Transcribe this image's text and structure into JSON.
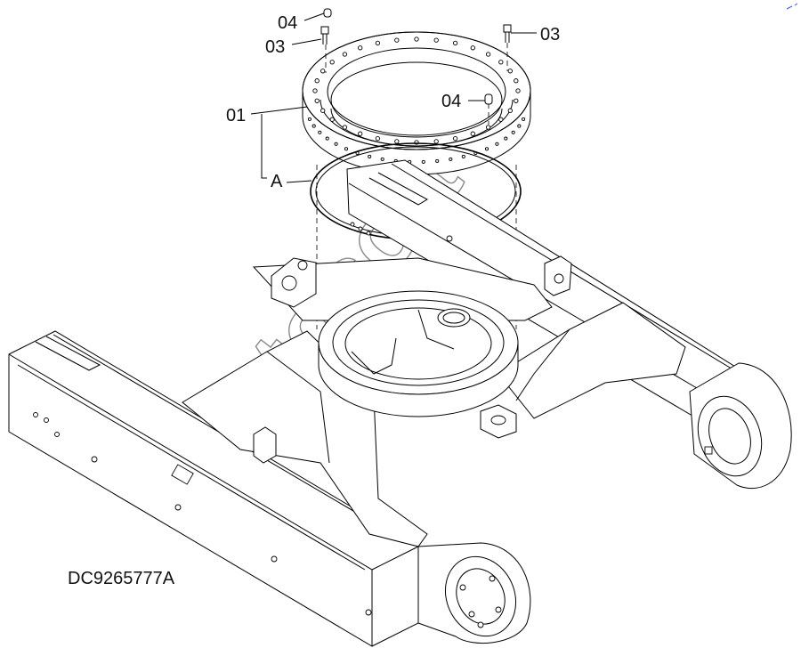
{
  "diagram": {
    "drawing_code": "DC9265777A",
    "callouts": [
      {
        "id": "c-04-top",
        "text": "04"
      },
      {
        "id": "c-03-left",
        "text": "03"
      },
      {
        "id": "c-03-right",
        "text": "03"
      },
      {
        "id": "c-04-ring",
        "text": "04"
      },
      {
        "id": "c-01",
        "text": "01"
      },
      {
        "id": "c-a",
        "text": "A"
      }
    ],
    "watermark": "Autosoft"
  },
  "colors": {
    "line": "#000000",
    "watermark": "#8a8a8a",
    "accent": "#3355cc"
  }
}
